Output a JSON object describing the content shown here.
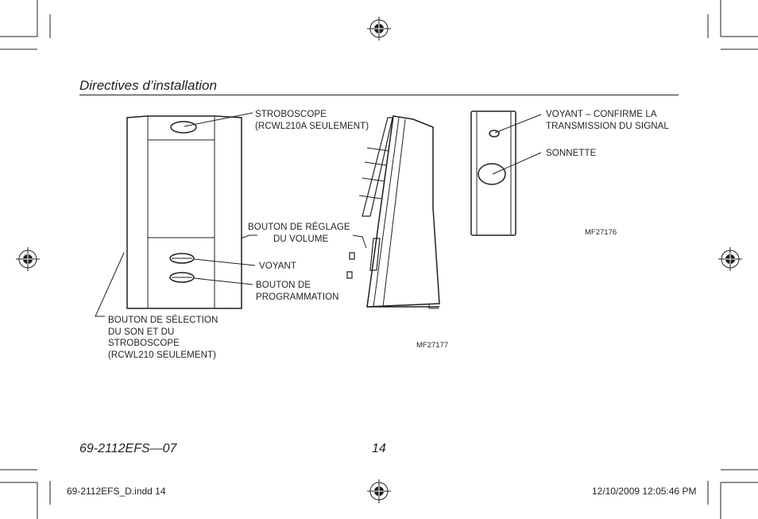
{
  "header": {
    "title": "Directives d’installation"
  },
  "labels": {
    "strobe": "STROBOSCOPE",
    "strobe_note": "(RCWL210A SEULEMENT)",
    "volume_line1": "BOUTON DE RÉGLAGE",
    "volume_line2": "DU VOLUME",
    "voyant": "VOYANT",
    "prog_line1": "BOUTON DE",
    "prog_line2": "PROGRAMMATION",
    "select_line1": "BOUTON DE SÉLECTION",
    "select_line2": "DU SON ET DU",
    "select_line3": "STROBOSCOPE",
    "select_line4": "(RCWL210 SEULEMENT)",
    "confirm_line1": "VOYANT – CONFIRME LA",
    "confirm_line2": "TRANSMISSION DU SIGNAL",
    "sonnette": "SONNETTE"
  },
  "figure_codes": {
    "left": "MF27177",
    "right": "MF27176"
  },
  "footer": {
    "doc_id": "69-2112EFS—07",
    "page_number": "14"
  },
  "slug": {
    "file": "69-2112EFS_D.indd   14",
    "datetime": "12/10/2009   12:05:46 PM"
  },
  "icons": [
    "registration-mark-icon"
  ]
}
